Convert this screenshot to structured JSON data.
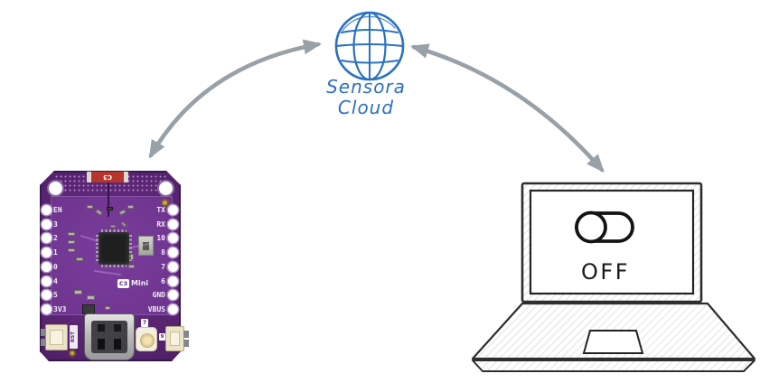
{
  "cloud": {
    "name_line1": "Sensora",
    "name_line2": "Cloud"
  },
  "board": {
    "pins_left": [
      "EN",
      "3",
      "2",
      "1",
      "0",
      "4",
      "5",
      "3V3"
    ],
    "pins_right": [
      "TX",
      "RX",
      "10",
      "8",
      "7",
      "6",
      "GND",
      "VBUS"
    ],
    "antenna_marking": "C3",
    "silkscreen_model_box": "C3",
    "silkscreen_model_text": "Mini",
    "reset_button_label": "RST",
    "led_silkscreen_label": "7",
    "button_silkscreen_label": "9"
  },
  "laptop": {
    "toggle_state": "off",
    "toggle_state_label": "OFF"
  },
  "colors": {
    "cloud_blue": "#2b71c1",
    "arrow_gray": "#99a1a8",
    "board_purple": "#572470",
    "sketch_ink": "#1c1c1c"
  }
}
